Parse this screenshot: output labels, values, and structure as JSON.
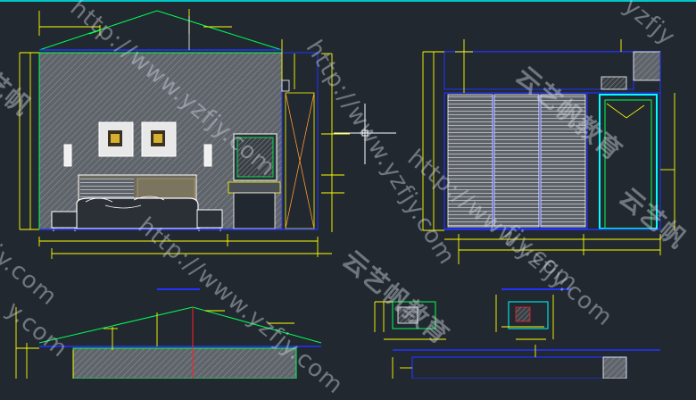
{
  "colors": {
    "background": "#212830",
    "dimension": "#ffff00",
    "outline": "#00ff55",
    "wall_hatch": "#7c8188",
    "frame_blue": "#2233ff",
    "cyan": "#00ffff",
    "white": "#ffffff",
    "red": "#ff2020",
    "watermark": "#cfd6dc"
  },
  "watermarks": {
    "url": "http://www.yzfjy.com",
    "cn": "云艺帆教育",
    "cn_short": "艺帆",
    "short": "yzfjy",
    "cn_partial": "云艺帆",
    "url_partial": "fjy.com",
    "url_tail": "y.com"
  },
  "crosshair_icon": "crosshair-cursor-icon"
}
